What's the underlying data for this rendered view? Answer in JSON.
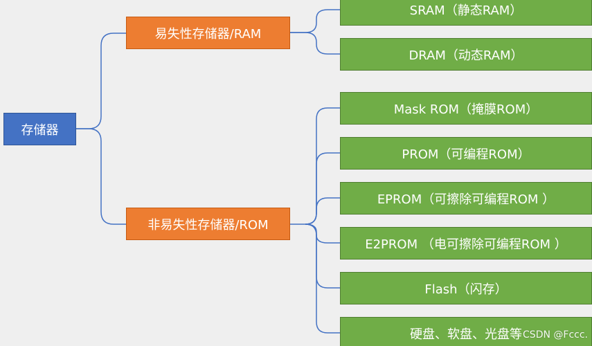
{
  "diagram": {
    "root": {
      "label": "存储器"
    },
    "branches": [
      {
        "label": "易失性存储器/RAM",
        "children": [
          {
            "label": "SRAM（静态RAM）"
          },
          {
            "label": "DRAM（动态RAM）"
          }
        ]
      },
      {
        "label": "非易失性存储器/ROM",
        "children": [
          {
            "label": "Mask ROM（掩膜ROM）"
          },
          {
            "label": "PROM（可编程ROM）"
          },
          {
            "label": "EPROM（可擦除可编程ROM ）"
          },
          {
            "label": "E2PROM （电可擦除可编程ROM ）"
          },
          {
            "label": "Flash（闪存）"
          },
          {
            "label": "硬盘、软盘、光盘等"
          }
        ]
      }
    ]
  },
  "watermark": {
    "text": "CSDN @Fccc."
  },
  "colors": {
    "background": "#efefef",
    "root_fill": "#4472c4",
    "branch_fill": "#ed7d31",
    "leaf_fill": "#70ad47",
    "connector": "#4472c4",
    "text": "#ffffff"
  }
}
